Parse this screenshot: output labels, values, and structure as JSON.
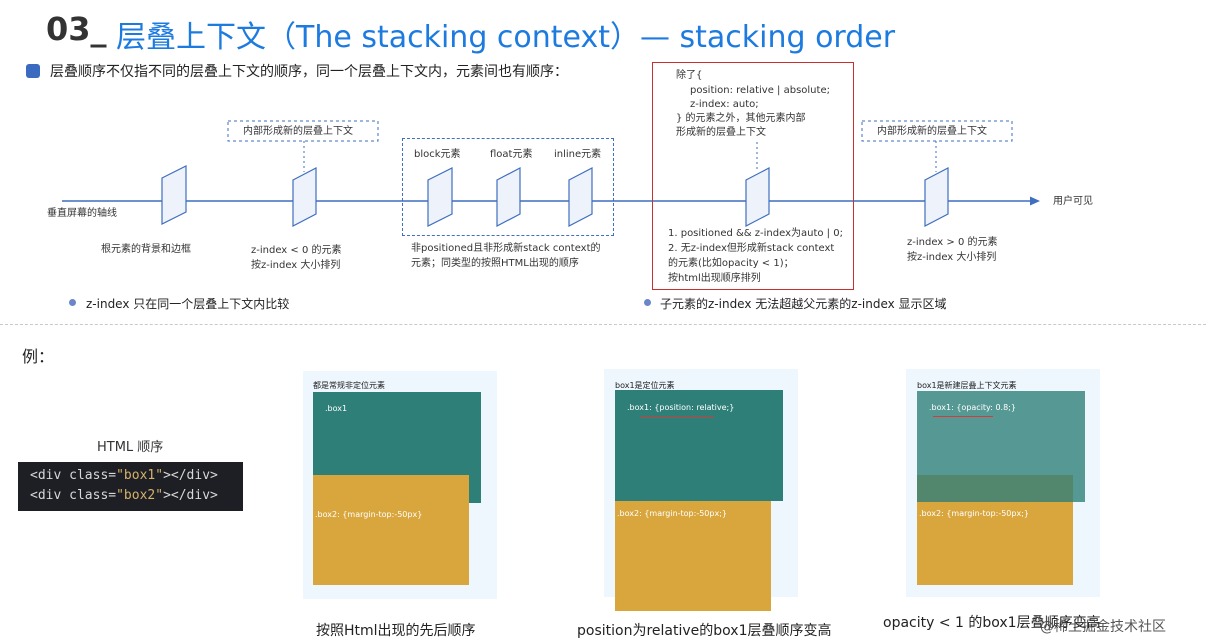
{
  "header": {
    "title_number": "03_",
    "title_text": "层叠上下文（The stacking context）— stacking order"
  },
  "subtitle": "层叠顺序不仅指不同的层叠上下文的顺序，同一个层叠上下文内，元素间也有顺序：",
  "diagram": {
    "axis_label": "垂直屏幕的轴线",
    "user_visible": "用户可见",
    "root_label": "根元素的背景和边框",
    "neg_zindex_header": "内部形成新的层叠上下文",
    "neg_zindex_line1": "z-index < 0 的元素",
    "neg_zindex_line2": "按z-index 大小排列",
    "block_label": "block元素",
    "float_label": "float元素",
    "inline_label": "inline元素",
    "nonpos_line1": "非positioned且非形成新stack context的",
    "nonpos_line2": "元素；同类型的按照HTML出现的顺序",
    "except_lines": [
      "除了{",
      "position: relative | absolute;",
      "z-index: auto;",
      "} 的元素之外，其他元素内部",
      "形成新的层叠上下文"
    ],
    "auto_lines": [
      "1. positioned && z-index为auto | 0;",
      "2. 无z-index但形成新stack context",
      "的元素(比如opacity < 1)；",
      "按html出现顺序排列"
    ],
    "pos_zindex_header": "内部形成新的层叠上下文",
    "pos_zindex_line1": "z-index > 0 的元素",
    "pos_zindex_line2": "按z-index 大小排列"
  },
  "notes": {
    "note1": "z-index  只在同一个层叠上下文内比较",
    "note2": "子元素的z-index 无法超越父元素的z-index 显示区域"
  },
  "example": {
    "label": "例：",
    "html_order_label": "HTML 顺序",
    "code_line1": {
      "open": "<div class=",
      "value": "\"box1\"",
      "close": "></div>"
    },
    "code_line2": {
      "open": "<div class=",
      "value": "\"box2\"",
      "close": "></div>"
    },
    "panels": [
      {
        "title": "都是常规非定位元素",
        "box1_label": ".box1",
        "box2_label": ".box2: {margin-top:-50px}",
        "caption": "按照Html出现的先后顺序"
      },
      {
        "title": "box1是定位元素",
        "box1_label": ".box1: {position: relative;}",
        "box2_label": ".box2: {margin-top:-50px;}",
        "caption": "position为relative的box1层叠顺序变高"
      },
      {
        "title": "box1是新建层叠上下文元素",
        "box1_label": ".box1: {opacity: 0.8;}",
        "box2_label": ".box2: {margin-top:-50px;}",
        "caption": "opacity < 1 的box1层叠顺序变高"
      }
    ]
  },
  "watermark": "@稀土掘金技术社区",
  "colors": {
    "title_blue": "#1d7be0",
    "axis_blue": "#3f6fbf",
    "box1_teal": "#2f7f79",
    "box1_teal_opaque": "#5a9994",
    "box2_yellow": "#d9a63e",
    "highlight_red": "#c8302f"
  }
}
